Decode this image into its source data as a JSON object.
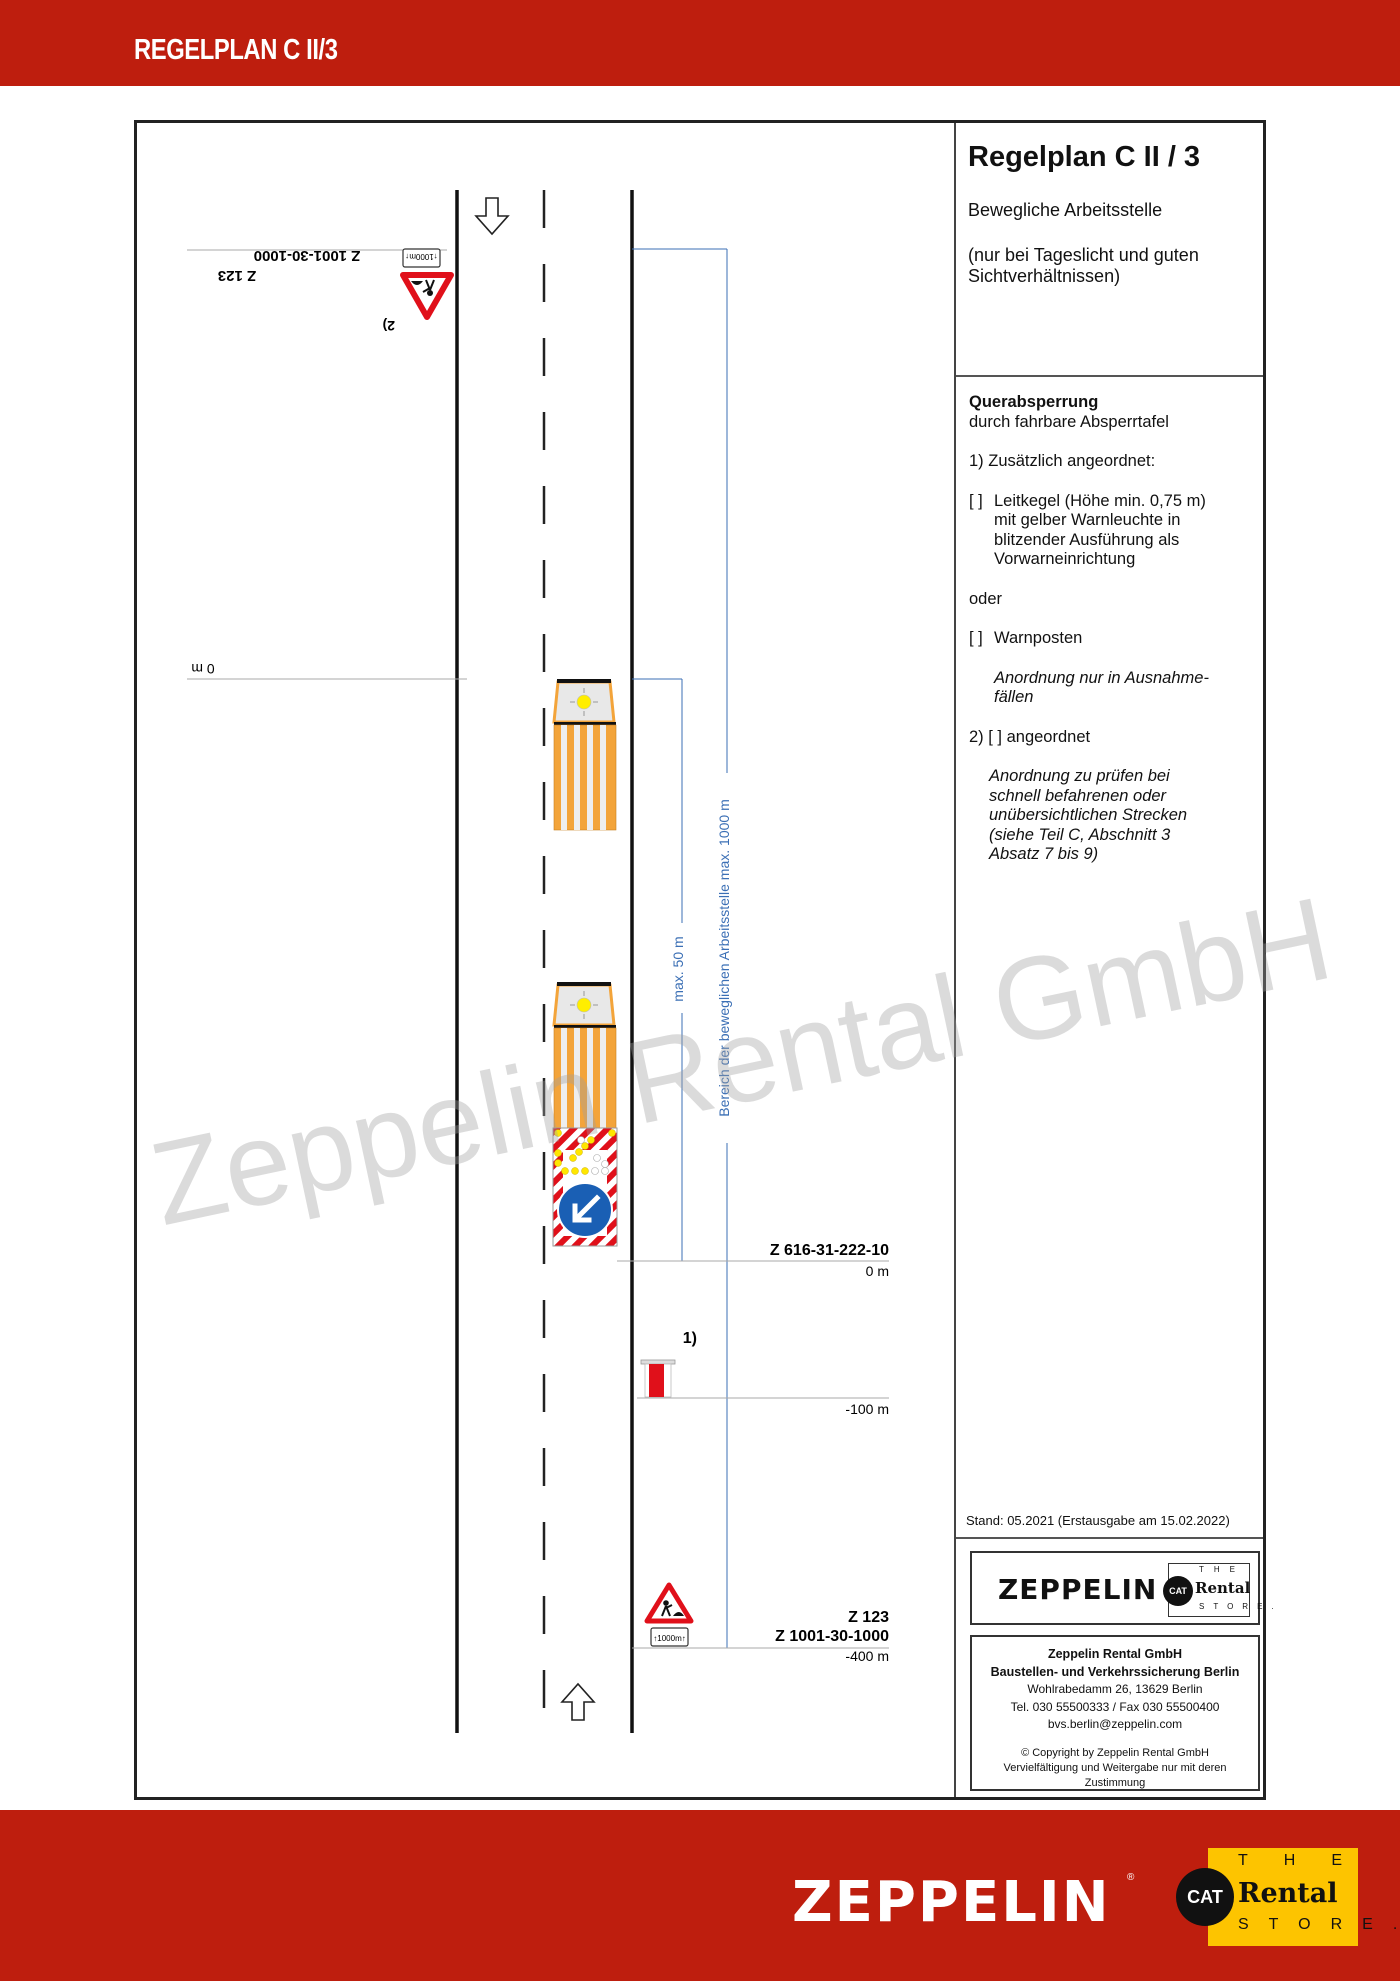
{
  "header": {
    "title": "REGELPLAN C II/3"
  },
  "sidebar": {
    "title": "Regelplan C II / 3",
    "subtitle": "Bewegliche Arbeitsstelle",
    "condition": "(nur bei Tageslicht und guten Sichtverhältnissen)",
    "section_title": "Querabsperrung",
    "section_sub": "durch fahrbare Absperrtafel",
    "note1_head": "1) Zusätzlich angeordnet:",
    "note1_opt1_box": "[ ]",
    "note1_opt1_text": "Leitkegel (Höhe min. 0,75 m) mit gelber Warnleuchte in blitzender Ausführung als Vorwarneinrichtung",
    "oder": "oder",
    "note1_opt2_box": "[ ]",
    "note1_opt2_text": "Warnposten",
    "note1_opt2_italic": "Anordnung nur in Ausnahme-fällen",
    "note2_head": "2) [ ] angeordnet",
    "note2_italic": "Anordnung zu prüfen bei schnell befahrenen oder unübersichtlichen Strecken (siehe Teil C, Abschnitt 3 Absatz 7 bis 9)",
    "stand": "Stand: 05.2021 (Erstausgabe am 15.02.2022)",
    "logo_zeppelin": "ZEPPELIN",
    "logo_cat": "CAT",
    "logo_rental": "Rental",
    "logo_the": "THE",
    "logo_store": "STORE.",
    "address": {
      "company": "Zeppelin Rental GmbH",
      "division": "Baustellen- und Verkehrssicherung Berlin",
      "street": "Wohlrabedamm 26, 13629 Berlin",
      "phone": "Tel. 030 55500333 / Fax 030 55500400",
      "email": "bvs.berlin@zeppelin.com",
      "copyright": "© Copyright by Zeppelin Rental GmbH",
      "rights": "Vervielfältigung und Weitergabe nur mit deren Zustimmung"
    }
  },
  "drawing": {
    "top_sign_code1": "Z 1001-30-1000",
    "top_sign_code2": "Z 123",
    "top_note": "2)",
    "top_zero": "0 m",
    "plate_top": "↑1000m↑",
    "dim_max50": "max. 50 m",
    "dim_area": "Bereich der beweglichen Arbeitsstelle max. 1000 m",
    "sign_616": "Z 616-31-222-10",
    "dist_0": "0 m",
    "note1": "1)",
    "dist_100": "-100 m",
    "sign_123": "Z 123",
    "sign_1001": "Z 1001-30-1000",
    "dist_400": "-400 m",
    "plate_bottom": "↑1000m↑"
  },
  "watermark": "Zeppelin Rental GmbH",
  "footer": {
    "zeppelin": "ZEPPELIN",
    "reg": "®",
    "cat": "CAT",
    "rental": "Rental",
    "the": "THE",
    "store": "STORE."
  },
  "colors": {
    "brand_red": "#be1e0e",
    "cat_yellow": "#fdc400",
    "vehicle_orange": "#f3a43a",
    "dimension_blue": "#3b6fb5"
  }
}
